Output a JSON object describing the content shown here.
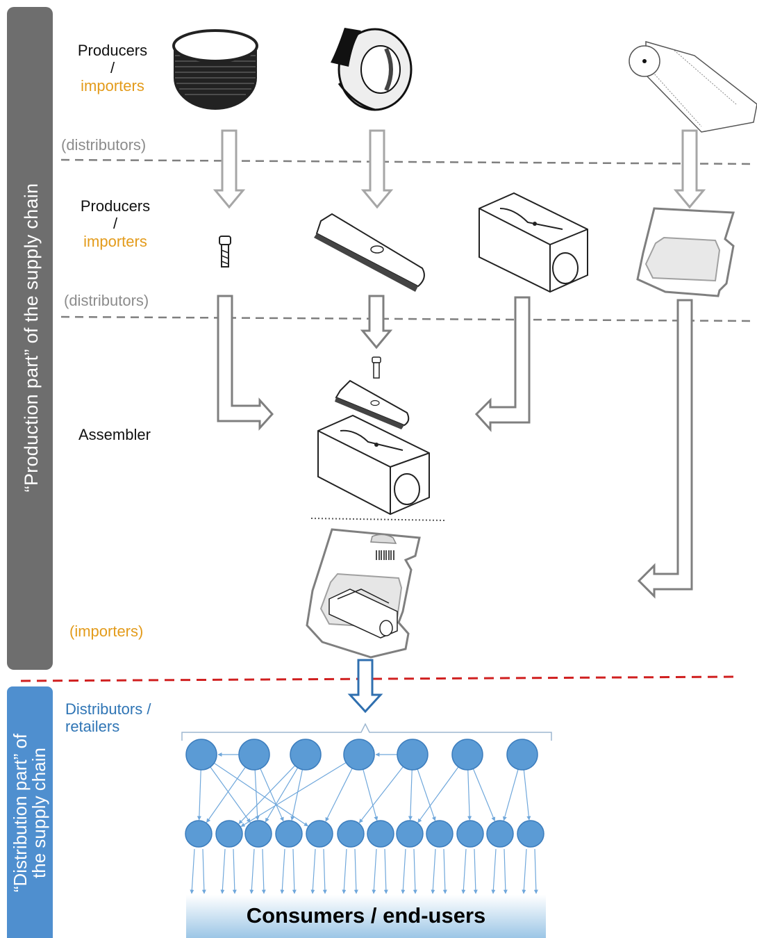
{
  "side_labels": {
    "production": "“Production part” of the supply chain",
    "distribution_line1": "“Distribution part” of",
    "distribution_line2": "the supply chain"
  },
  "stages": {
    "tier1": {
      "producers": "Producers",
      "slash": "/",
      "importers": "importers",
      "distributors": "(distributors)"
    },
    "tier2": {
      "producers": "Producers",
      "slash": "/",
      "importers": "importers",
      "distributors": "(distributors)"
    },
    "assembler": "Assembler",
    "importers": "(importers)",
    "distributors_retailers_line1": "Distributors /",
    "distributors_retailers_line2": "retailers"
  },
  "consumers": "Consumers / end-users",
  "colors": {
    "production_bar": "#6E6E6E",
    "distribution_bar": "#4F8FCF",
    "orange_text": "#E39B1B",
    "gray_text": "#8C8C8C",
    "blue_text": "#2F75B5",
    "red_divider": "#D02020",
    "node_fill": "#5B9BD5",
    "node_stroke": "#3C7DBD",
    "edge": "#6FA7DB"
  },
  "icons": {
    "raw_material_1": "steel-wire-coil-icon",
    "raw_material_2": "steel-strip-roll-icon",
    "raw_material_3": "plastic-film-roll-icon",
    "component_screw": "screw-icon",
    "component_blade": "blade-icon",
    "component_body": "sharpener-body-icon",
    "component_bag": "blister-bag-icon",
    "assembled_product": "pencil-sharpener-icon",
    "packaged_product": "packaged-sharpener-icon"
  }
}
